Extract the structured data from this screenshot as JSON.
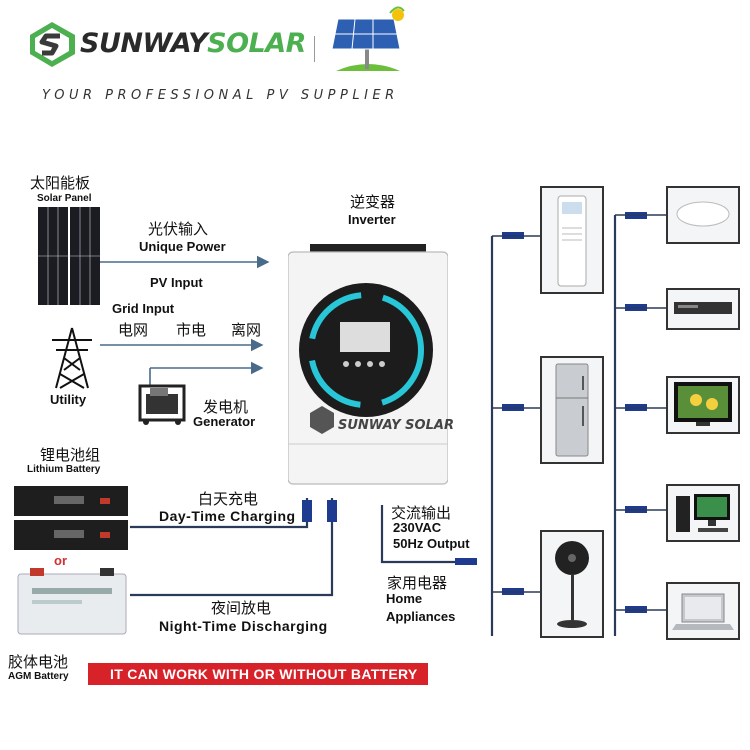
{
  "brand": {
    "name_part1": "SUNWAY",
    "name_part2": "SOLAR",
    "tagline": "YOUR PROFESSIONAL PV SUPPLIER"
  },
  "sources": {
    "solar_panel": {
      "cn": "太阳能板",
      "en": "Solar Panel"
    },
    "pv_link": {
      "cn": "光伏输入",
      "en1": "Unique Power",
      "en2": "PV Input"
    },
    "grid": {
      "title": "Grid Input",
      "cn1": "电网",
      "cn2": "市电",
      "cn3": "离网",
      "label": "Utility"
    },
    "generator": {
      "cn": "发电机",
      "en": "Generator"
    },
    "lithium": {
      "cn": "锂电池组",
      "en": "Lithium Battery"
    },
    "or": "or",
    "agm": {
      "cn": "胶体电池",
      "en": "AGM Battery"
    }
  },
  "inverter": {
    "cn": "逆变器",
    "en": "Inverter",
    "brand": "SUNWAY SOLAR"
  },
  "charging": {
    "day_cn": "白天充电",
    "day_en": "Day-Time Charging",
    "night_cn": "夜间放电",
    "night_en": "Night-Time Discharging"
  },
  "output": {
    "cn": "交流输出",
    "line1": "230VAC",
    "line2": "50Hz Output"
  },
  "appliances": {
    "cn": "家用电器",
    "en1": "Home",
    "en2": "Appliances"
  },
  "banner": "IT CAN WORK WITH OR WITHOUT BATTERY",
  "colors": {
    "accent_green": "#4caf50",
    "banner_red": "#d8222a",
    "ring_cyan": "#29c6d8",
    "cable_blue": "#1f3b8f"
  }
}
